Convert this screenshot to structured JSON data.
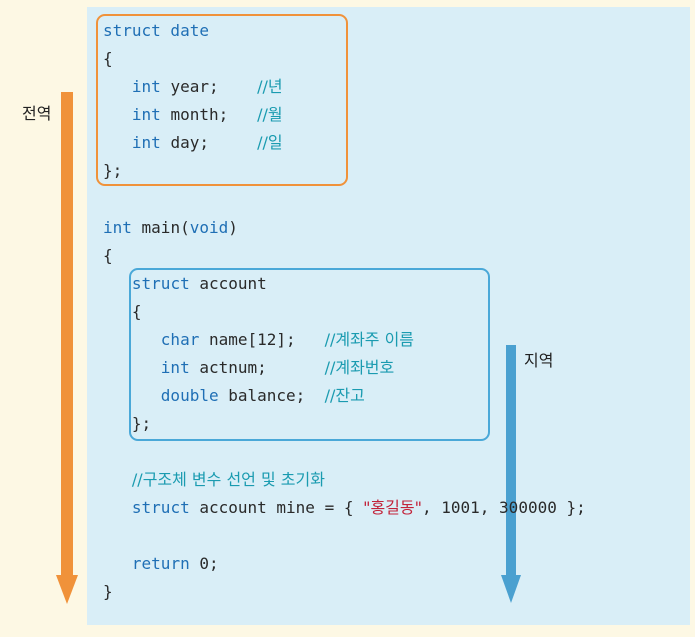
{
  "labels": {
    "global": "전역",
    "local": "지역"
  },
  "code": {
    "struct_date_header": "struct date",
    "open1": "{",
    "year_type": "int",
    "year_decl": " year;    ",
    "year_comment": "//년",
    "month_type": "int",
    "month_decl": " month;   ",
    "month_comment": "//월",
    "day_type": "int",
    "day_decl": " day;     ",
    "day_comment": "//일",
    "close1": "};",
    "main_type": "int",
    "main_name": " main(",
    "main_void": "void",
    "main_paren": ")",
    "open2": "{",
    "struct_account_kw": "struct",
    "struct_account_name": " account",
    "open3": "{",
    "name_type": "char",
    "name_decl": " name[12];   ",
    "name_comment": "//계좌주 이름",
    "actnum_type": "int",
    "actnum_decl": " actnum;      ",
    "actnum_comment": "//계좌번호",
    "balance_type": "double",
    "balance_decl": " balance;  ",
    "balance_comment": "//잔고",
    "close3": "};",
    "init_comment": "//구조체 변수 선언 및 초기화",
    "mine_kw": "struct",
    "mine_decl": " account mine = { ",
    "mine_str": "\"홍길동\"",
    "mine_rest": ", 1001, 300000 };",
    "return_kw": "return",
    "return_rest": " 0;",
    "close2": "}"
  },
  "colors": {
    "global_arrow": "#f0923a",
    "local_arrow": "#4aa0d0",
    "keyword": "#1f6fb5",
    "comment": "#1a9bb0",
    "string": "#c2233a"
  }
}
